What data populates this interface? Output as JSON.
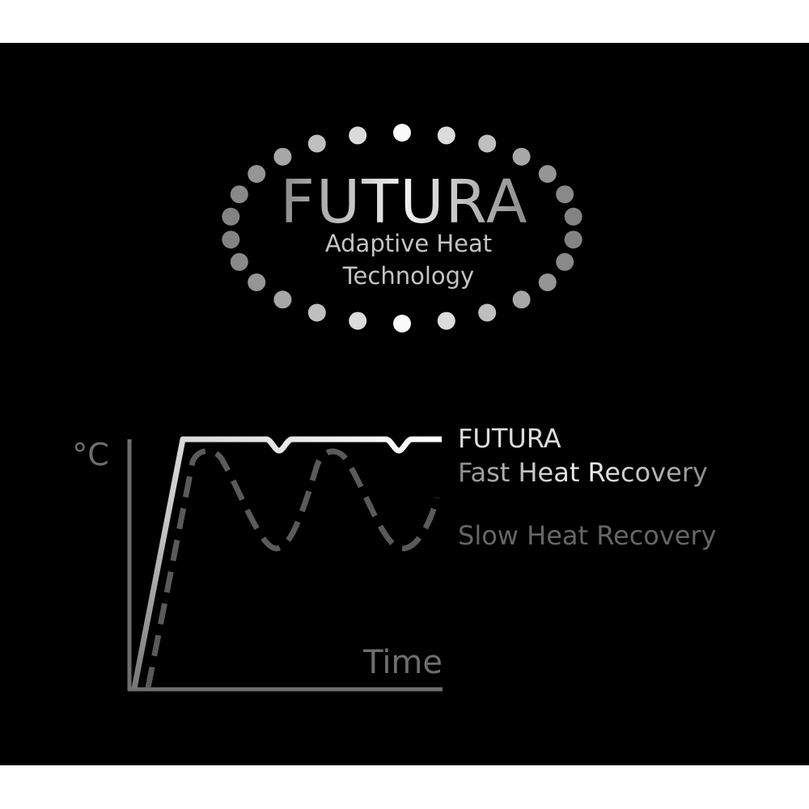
{
  "logo": {
    "brand": "FUTURA",
    "tagline_line1": "Adaptive Heat",
    "tagline_line2": "Technology"
  },
  "diagram": {
    "y_axis_label": "°C",
    "x_axis_label": "Time",
    "legend": {
      "futura_line1": "FUTURA",
      "futura_line2": "Fast Heat Recovery",
      "slow": "Slow Heat Recovery"
    }
  },
  "colors": {
    "background": "#000000",
    "page": "#ffffff",
    "axis": "#6e6e6e",
    "futura_line": "#d6d6d6",
    "slow_line": "#5a5a5a",
    "text_light": "#dcdcdc",
    "text_dim": "#666666"
  }
}
